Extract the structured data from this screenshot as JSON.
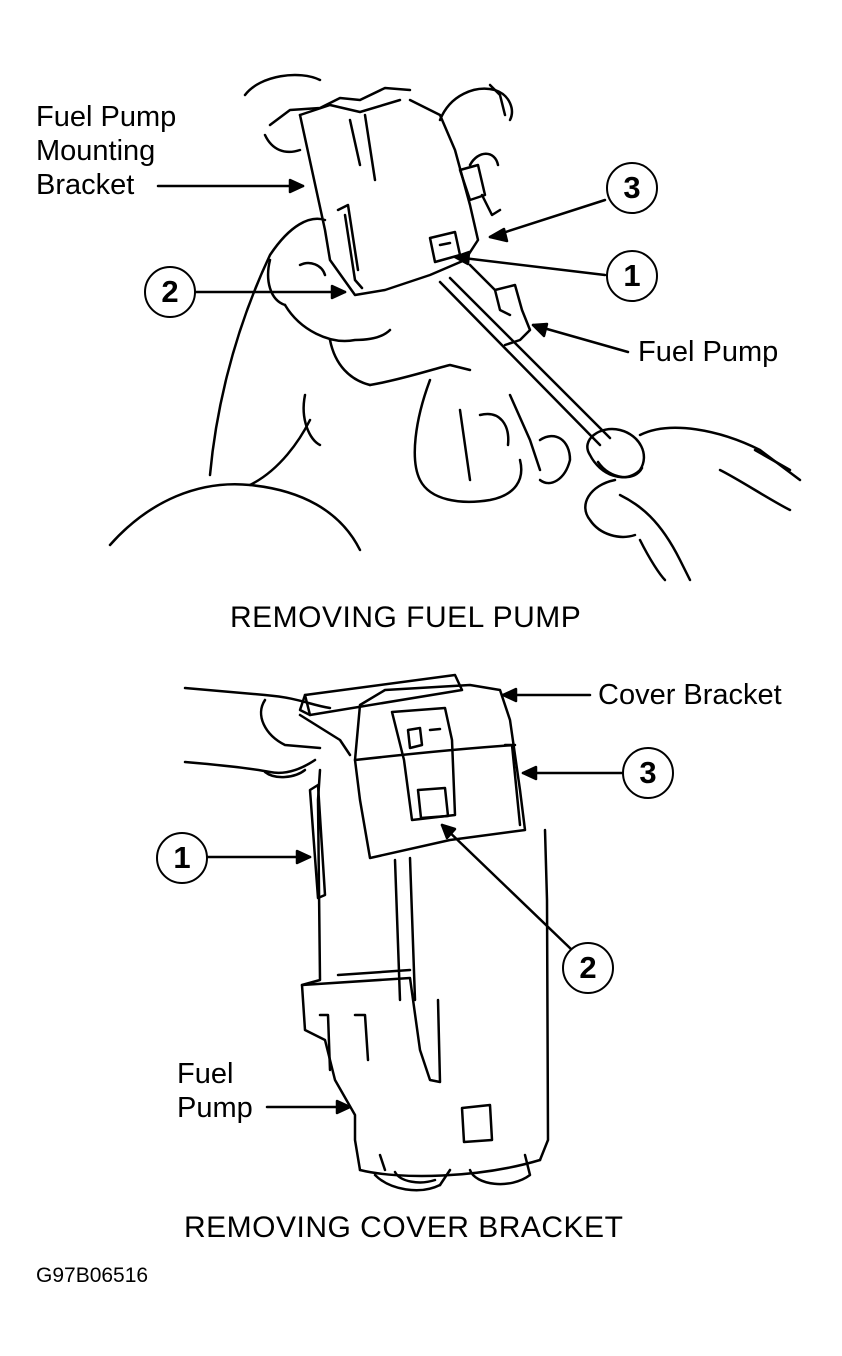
{
  "top_figure": {
    "caption": "REMOVING FUEL PUMP",
    "labels": {
      "mounting_bracket_line1": "Fuel Pump",
      "mounting_bracket_line2": "Mounting",
      "mounting_bracket_line3": "Bracket",
      "fuel_pump": "Fuel Pump"
    },
    "callouts": [
      "3",
      "1",
      "2"
    ]
  },
  "bottom_figure": {
    "caption": "REMOVING COVER BRACKET",
    "labels": {
      "cover_bracket": "Cover Bracket",
      "fuel_pump_line1": "Fuel",
      "fuel_pump_line2": "Pump"
    },
    "callouts": [
      "3",
      "1",
      "2"
    ]
  },
  "figure_id": "G97B06516",
  "colors": {
    "ink": "#000000",
    "paper": "#ffffff"
  }
}
